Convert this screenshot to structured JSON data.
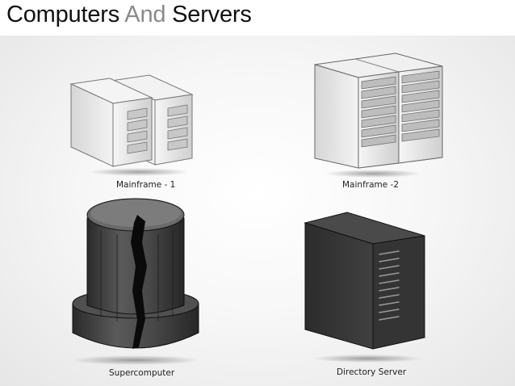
{
  "title": {
    "part1": "Computers",
    "accent_word": "And",
    "part2": "Servers"
  },
  "colors": {
    "title_text": "#111111",
    "title_accent": "#8a8a8a",
    "dark_device": "#3a3a3a",
    "light_device": "#e4e4e4"
  },
  "items": [
    {
      "label": "Mainframe - 1",
      "icon": "mainframe-1-icon"
    },
    {
      "label": "Mainframe -2",
      "icon": "mainframe-2-icon"
    },
    {
      "label": "Supercomputer",
      "icon": "supercomputer-icon"
    },
    {
      "label": "Directory Server",
      "icon": "directory-server-icon"
    }
  ]
}
